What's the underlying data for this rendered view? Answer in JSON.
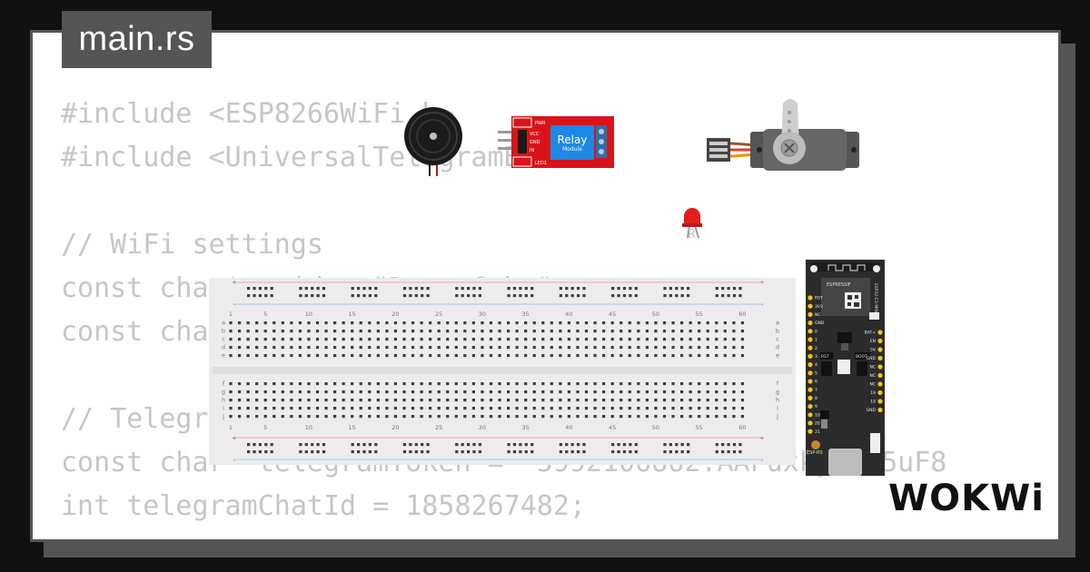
{
  "file_tab": {
    "label": "main.rs"
  },
  "code": {
    "lines": [
      "#include <ESP8266WiFi.h>",
      "#include <UniversalTelegramBot.h>",
      "",
      "// WiFi settings",
      "const char* ssid = \"Demo Cuba\";",
      "const char* password = \"\";",
      "",
      "// Telegram settings",
      "const char* telegramToken = \"5992106862:AAFuxkytzl5uF8",
      "int telegramChatId = 1858267482;"
    ]
  },
  "relay": {
    "title": "Relay",
    "subtitle": "Module",
    "pins": [
      "VCC",
      "GND",
      "IN"
    ],
    "pwr_label": "PWR",
    "led_label": "LED1"
  },
  "breadboard": {
    "column_numbers": [
      "1",
      "5",
      "10",
      "15",
      "20",
      "25",
      "30",
      "35",
      "40",
      "45",
      "50",
      "55",
      "60"
    ],
    "rows_top": [
      "a",
      "b",
      "c",
      "d",
      "e"
    ],
    "rows_bottom": [
      "f",
      "g",
      "h",
      "i",
      "j"
    ]
  },
  "esp": {
    "module_label": "ESP32-C3-MINI-1",
    "brand_label": "ESPRESSIF",
    "board_label": "ESP-RS",
    "button_labels": [
      "RST",
      "BOOT"
    ],
    "pin_labels_left": [
      "RST",
      "3V3",
      "NC",
      "GND",
      "0",
      "1",
      "2",
      "3",
      "4",
      "5",
      "6",
      "7",
      "8",
      "9",
      "10",
      "20",
      "21"
    ],
    "pin_labels_right": [
      "BAT+",
      "EN",
      "5V",
      "GND",
      "NC",
      "NC",
      "NC",
      "19",
      "18",
      "GND"
    ]
  },
  "led": {
    "label": "R"
  },
  "brand": {
    "label": "WOKWi"
  },
  "colors": {
    "background": "#111111",
    "card": "#ffffff",
    "tab": "#555555",
    "code": "#c6c6c6",
    "relay": "#d8141a",
    "relay_panel": "#1e88e5",
    "led": "#e0201a"
  }
}
